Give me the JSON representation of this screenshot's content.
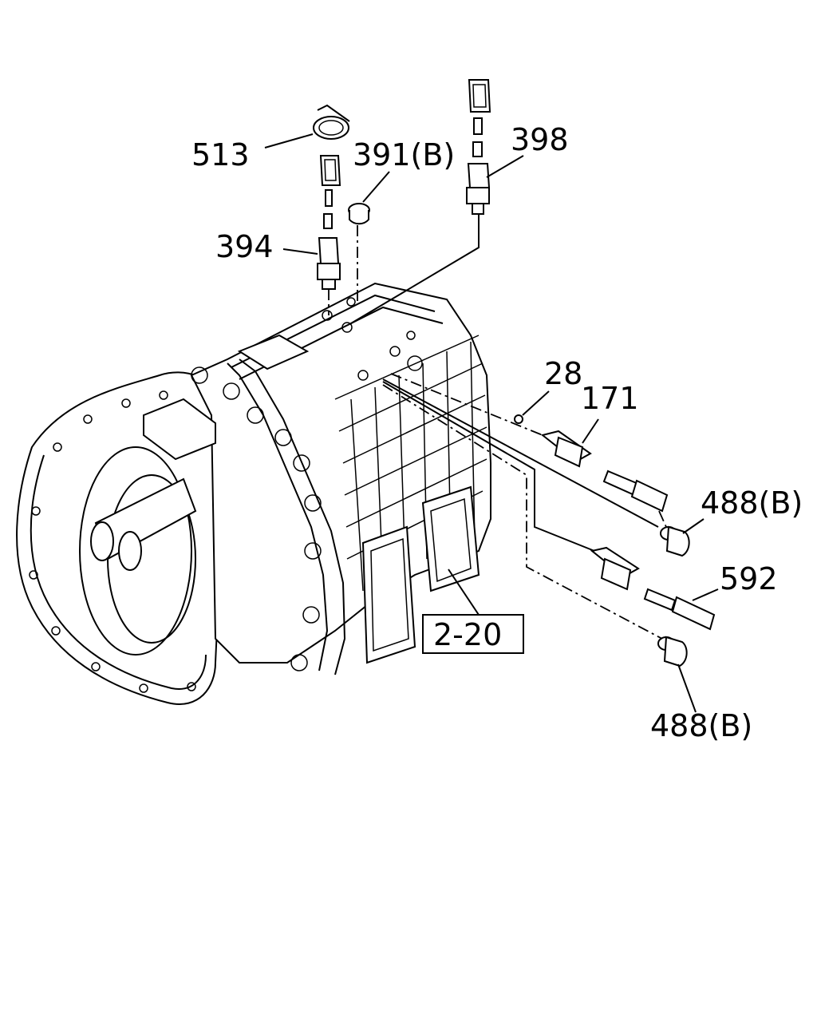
{
  "callouts": {
    "c513": "513",
    "c391": "391(B)",
    "c398": "398",
    "c394": "394",
    "c28": "28",
    "c171": "171",
    "c488a": "488(B)",
    "c592": "592",
    "c488b": "488(B)",
    "ref": "2-20"
  },
  "colors": {
    "line": "#000000",
    "background": "#ffffff"
  }
}
